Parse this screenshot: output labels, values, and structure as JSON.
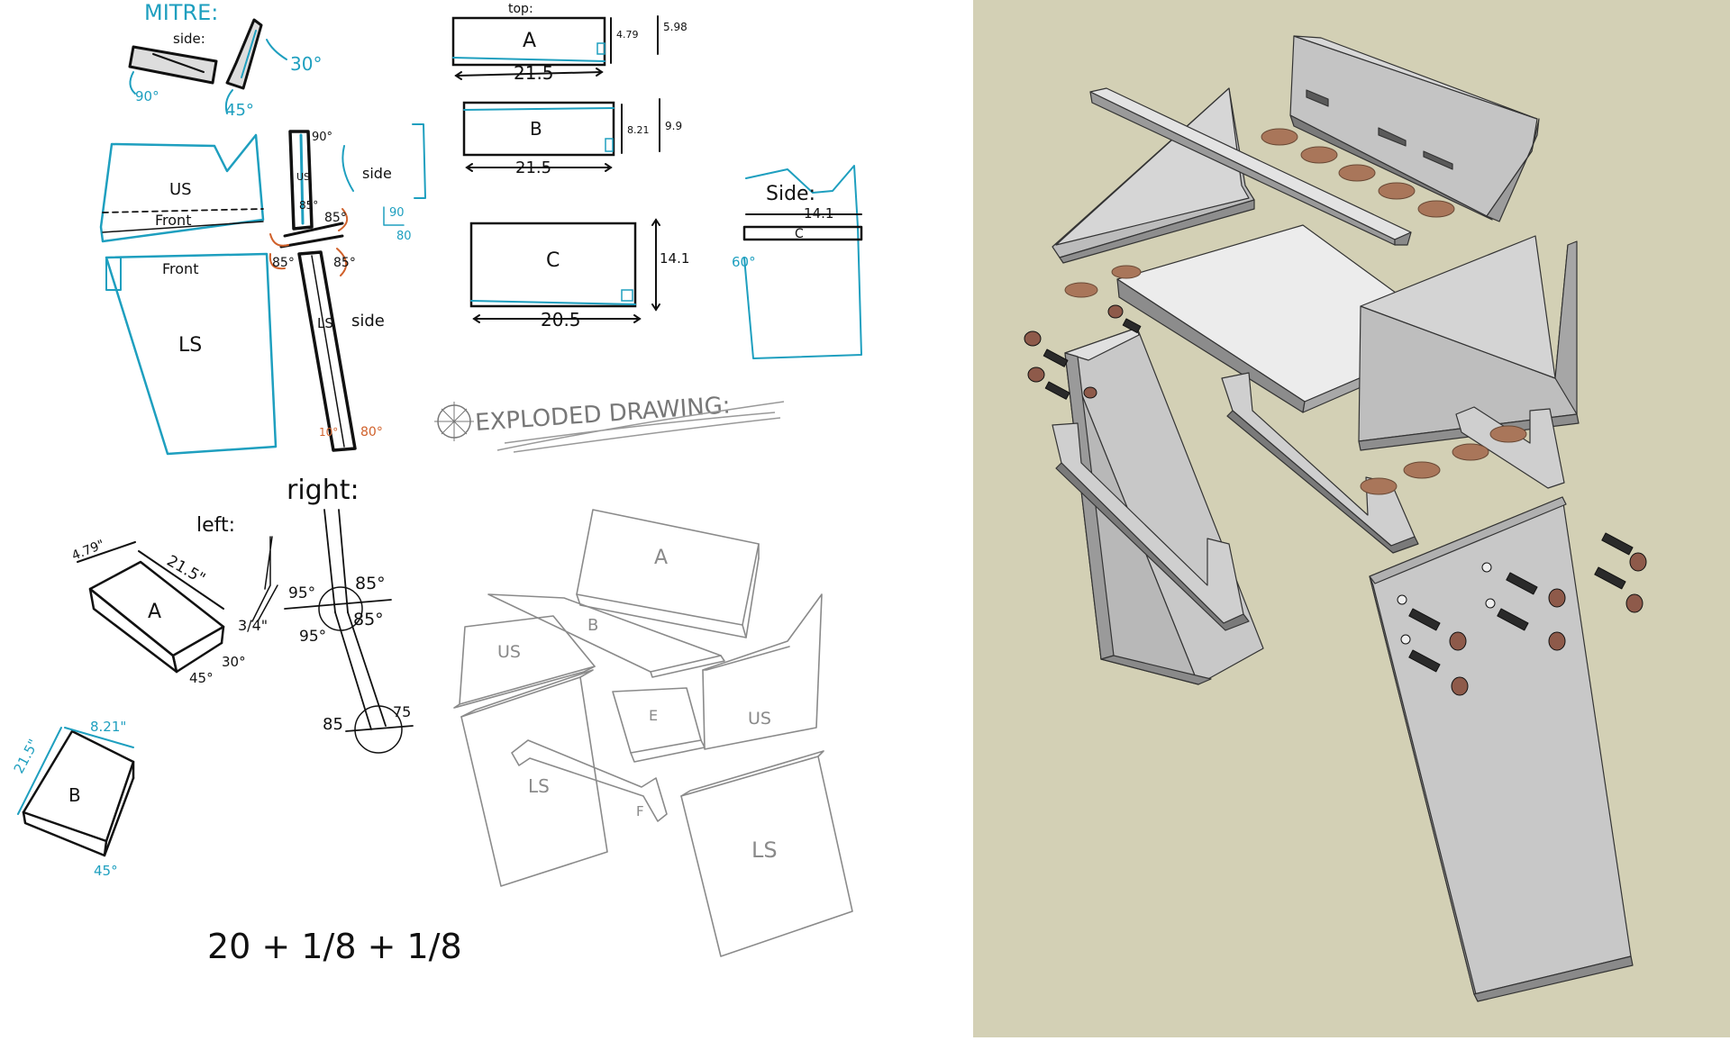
{
  "colors": {
    "paper": "#ffffff",
    "ink_blue": "#1e9fbf",
    "ink_black": "#111111",
    "ink_orange": "#d0612b",
    "pencil": "#7a7a7a",
    "render_bg": "#d3d0b5",
    "panel_light": "#d9d9d9",
    "panel_mid": "#bdbdbd",
    "panel_dark": "#8e8e8e",
    "dowel": "#a9765a",
    "bolt": "#2a2a2a"
  },
  "sketch": {
    "mitre": {
      "title": "MITRE:",
      "side": "side:",
      "angle_90": "90°",
      "angle_45": "45°",
      "angle_30": "30°"
    },
    "front_view": {
      "us": "US",
      "front_top": "Front",
      "front_bottom": "Front",
      "ls": "LS"
    },
    "side_view": {
      "top_angle": "90°",
      "us": "US",
      "side_upper": "side",
      "side_lower": "side",
      "ls": "LS",
      "angle_85a": "85°",
      "angle_85b": "85°",
      "angle_85c": "85°",
      "angle_85d": "85°",
      "frac_top": "90",
      "frac_bottom": "80",
      "angle_10": "10°",
      "angle_80": "80°"
    },
    "piece_a": {
      "heading": "top:",
      "label": "A",
      "width": "21.5",
      "inner_height": "4.79",
      "outer_height": "5.98"
    },
    "piece_b": {
      "label": "B",
      "width": "21.5",
      "inner_height": "8.21",
      "outer_height": "9.9"
    },
    "piece_c": {
      "label": "C",
      "width": "20.5",
      "height": "14.1"
    },
    "side_c": {
      "heading": "Side:",
      "width": "14.1",
      "label": "C",
      "angle": "60°"
    },
    "exploded_title": "EXPLODED DRAWING:",
    "left_label": "left:",
    "right_label": "right:",
    "iso_a": {
      "label": "A",
      "dim_1": "4.79\"",
      "dim_2": "21.5\"",
      "dim_3": "3/4\"",
      "angle_45": "45°",
      "angle_30": "30°"
    },
    "angles_right": {
      "a95": "95°",
      "a85a": "85°",
      "a95b": "95°",
      "a85b": "85°",
      "a85c": "85",
      "a75": "75"
    },
    "iso_b": {
      "label": "B",
      "dim_1": "21.5\"",
      "dim_2": "8.21\"",
      "angle": "45°"
    },
    "pencil_parts": {
      "a": "A",
      "b": "B",
      "us_left": "US",
      "us_right": "US",
      "e": "E",
      "ls_left": "LS",
      "f": "F",
      "ls_right": "LS"
    },
    "formula": "20 + 1/8 + 1/8"
  }
}
